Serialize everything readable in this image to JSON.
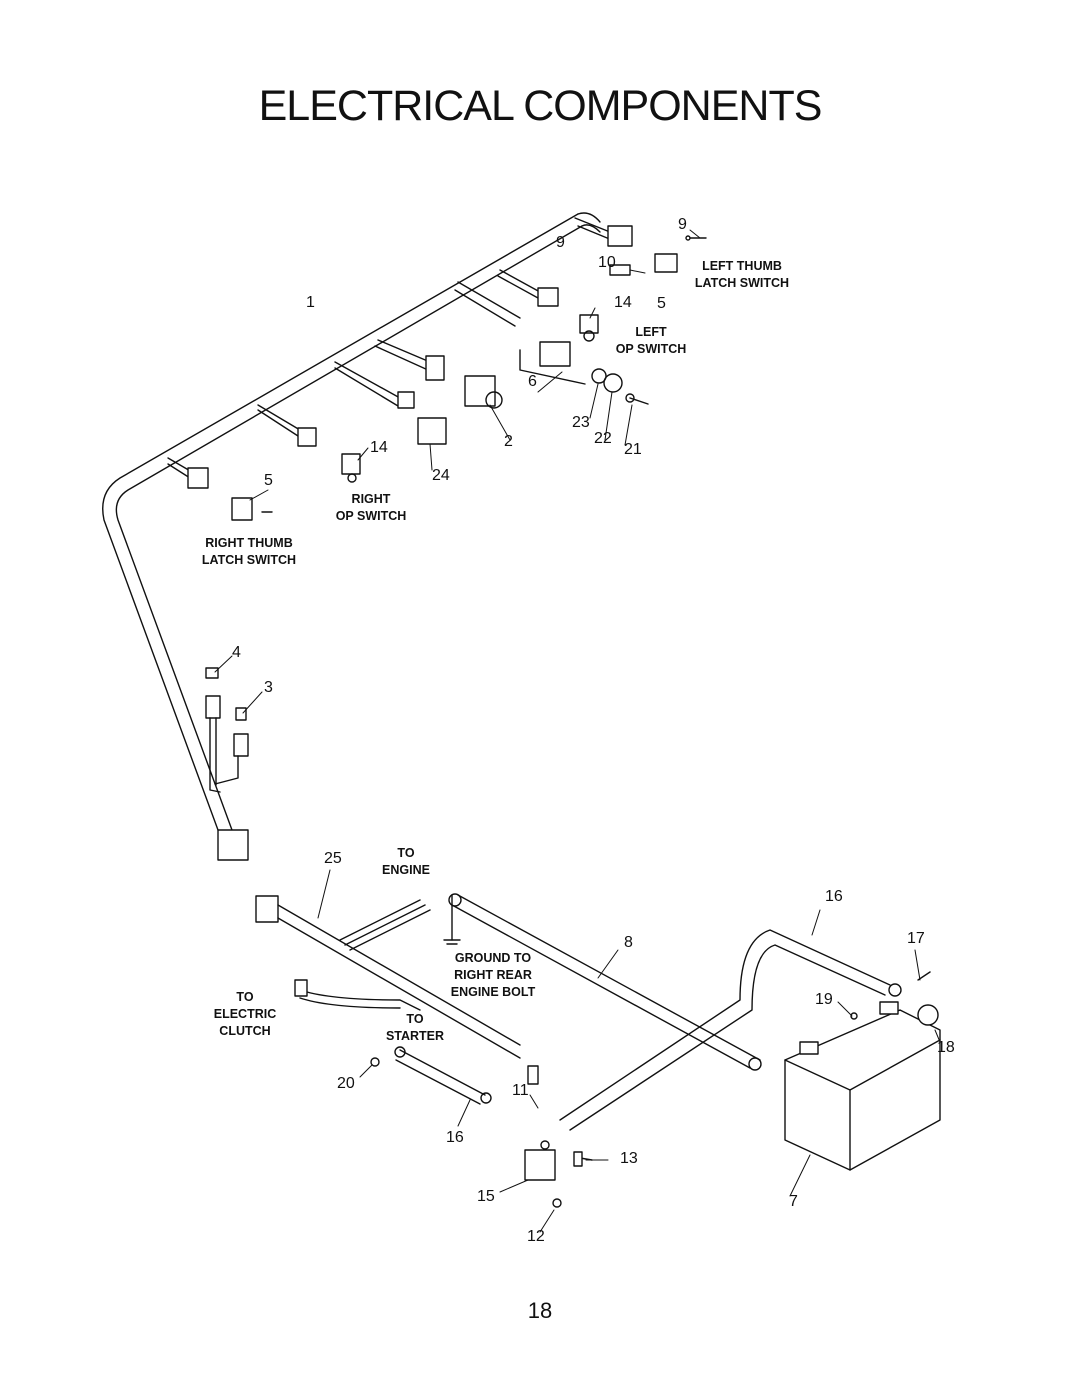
{
  "page": {
    "title": "ELECTRICAL COMPONENTS",
    "page_number": "18"
  },
  "callouts": {
    "c1": "1",
    "c2": "2",
    "c3": "3",
    "c4": "4",
    "c5a": "5",
    "c5b": "5",
    "c6": "6",
    "c7": "7",
    "c8": "8",
    "c9a": "9",
    "c9b": "9",
    "c10": "10",
    "c11": "11",
    "c12": "12",
    "c13": "13",
    "c14a": "14",
    "c14b": "14",
    "c15": "15",
    "c16a": "16",
    "c16b": "16",
    "c17": "17",
    "c18": "18",
    "c19": "19",
    "c20": "20",
    "c21": "21",
    "c22": "22",
    "c23": "23",
    "c24": "24",
    "c25": "25"
  },
  "labels": {
    "left_thumb_1": "LEFT THUMB",
    "left_thumb_2": "LATCH SWITCH",
    "left_op_1": "LEFT",
    "left_op_2": "OP SWITCH",
    "right_op_1": "RIGHT",
    "right_op_2": "OP SWITCH",
    "right_thumb_1": "RIGHT THUMB",
    "right_thumb_2": "LATCH SWITCH",
    "to_engine_1": "TO",
    "to_engine_2": "ENGINE",
    "ground_1": "GROUND TO",
    "ground_2": "RIGHT REAR",
    "ground_3": "ENGINE BOLT",
    "clutch_1": "TO",
    "clutch_2": "ELECTRIC",
    "clutch_3": "CLUTCH",
    "starter_1": "TO",
    "starter_2": "STARTER"
  }
}
